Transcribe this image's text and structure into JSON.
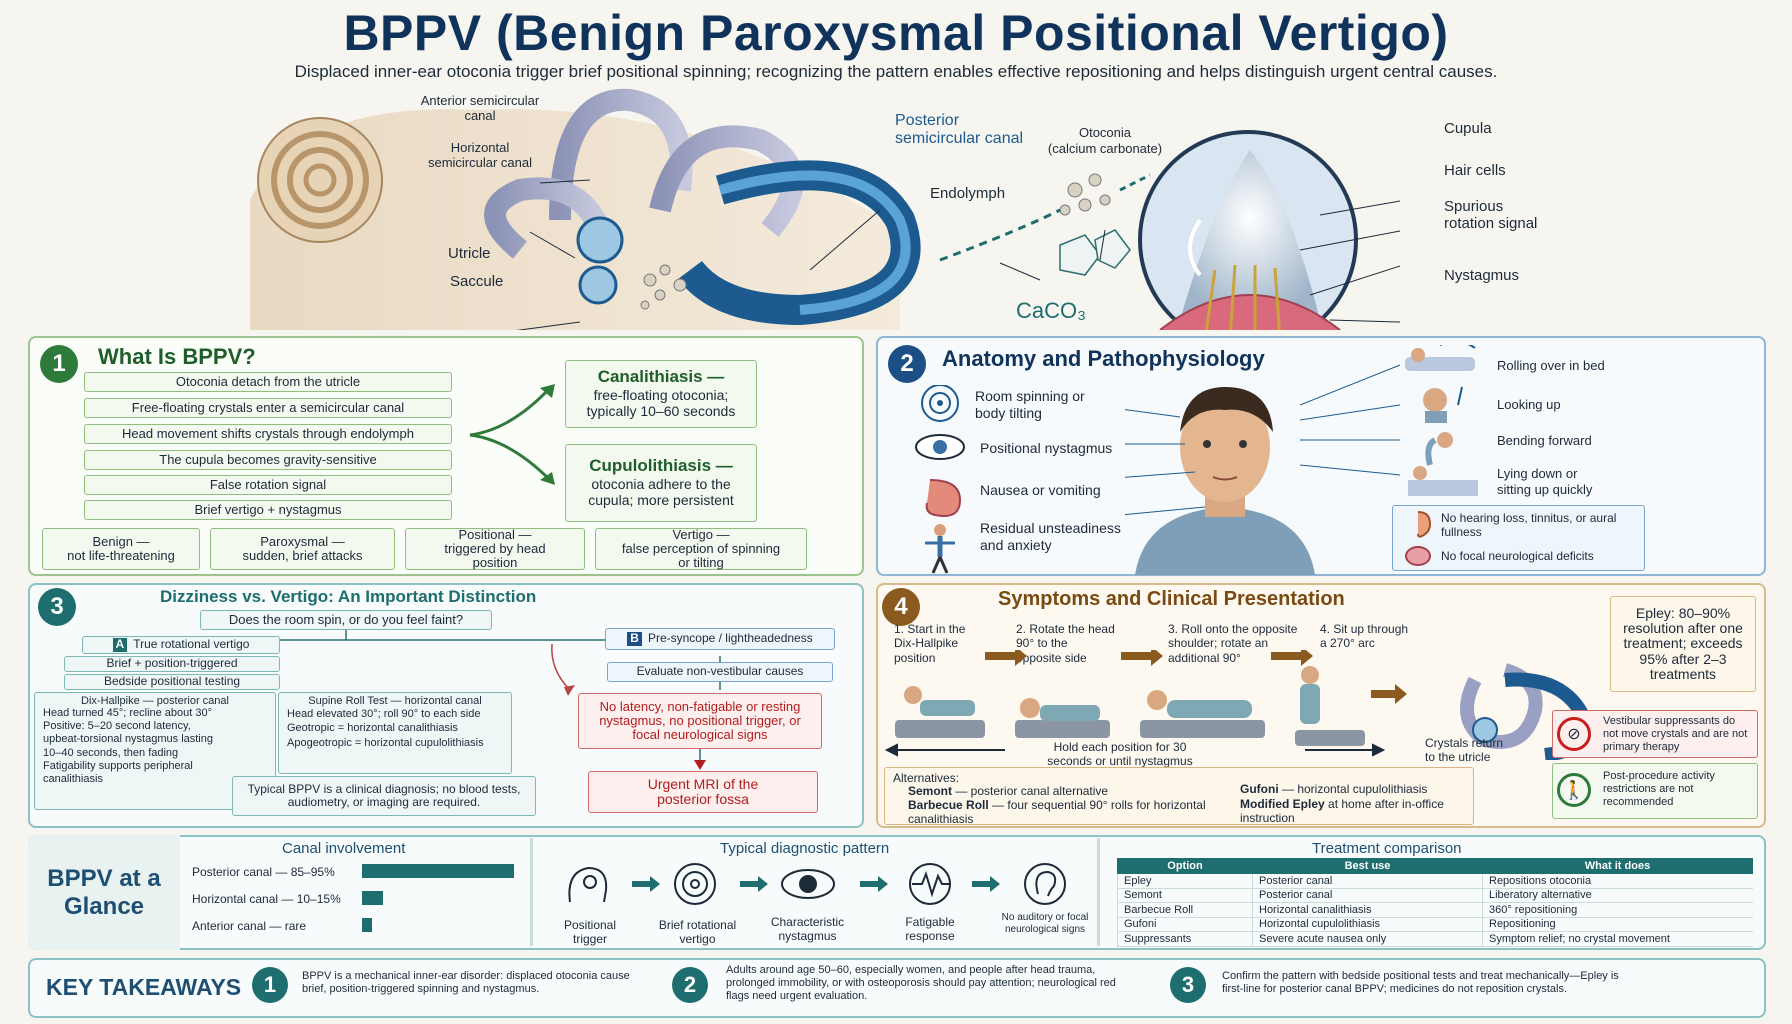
{
  "header": {
    "title": "BPPV (Benign Paroxysmal Positional Vertigo)",
    "subtitle": "Displaced inner-ear otoconia trigger brief positional spinning; recognizing the pattern enables effective repositioning and helps distinguish urgent central causes."
  },
  "hero": {
    "anterior": "Anterior semicircular canal",
    "horizontal": "Horizontal semicircular canal",
    "utricle": "Utricle",
    "saccule": "Saccule",
    "posterior": "Posterior semicircular canal",
    "endolymph": "Endolymph",
    "otoconia": "Otoconia",
    "otoconia_sub": "(calcium carbonate)",
    "caco3": "CaCO₃",
    "cupula": "Cupula",
    "hair_cells": "Hair cells",
    "spurious": "Spurious rotation signal",
    "nystagmus": "Nystagmus"
  },
  "what": {
    "num": "1",
    "title": "What Is BPPV?",
    "steps": [
      "Otoconia detach from the utricle",
      "Free-floating crystals enter a semicircular canal",
      "Head movement shifts crystals through endolymph",
      "The cupula becomes gravity-sensitive",
      "False rotation signal",
      "Brief vertigo + nystagmus"
    ],
    "canal_title": "Canalithiasis —",
    "canal_text": "free-floating otoconia; typically 10–60 seconds",
    "cupulo_title": "Cupulolithiasis —",
    "cupulo_text": "otoconia adhere to the cupula; more persistent",
    "terms": [
      {
        "a": "Benign —",
        "b": "not life-threatening"
      },
      {
        "a": "Paroxysmal —",
        "b": "sudden, brief attacks"
      },
      {
        "a": "Positional —",
        "b": "triggered by head position"
      },
      {
        "a": "Vertigo —",
        "b": "false perception of spinning or tilting"
      }
    ]
  },
  "anatomy": {
    "num": "2",
    "title": "Anatomy and Pathophysiology",
    "left": [
      "Room spinning or body tilting",
      "Positional nystagmus",
      "Nausea or vomiting",
      "Residual unsteadiness and anxiety"
    ],
    "right": [
      "Rolling over in bed",
      "Looking up",
      "Bending forward",
      "Lying down or sitting up quickly"
    ],
    "neg1": "No hearing loss, tinnitus, or aural fullness",
    "neg2": "No focal neurological deficits"
  },
  "distinction": {
    "num": "3",
    "title": "Dizziness vs. Vertigo: An Important Distinction",
    "question": "Does the room spin, or do you feel faint?",
    "a_badge": "A",
    "a_label": "True rotational vertigo",
    "a2": "Brief + position-triggered",
    "a3": "Bedside positional testing",
    "dix_title": "Dix-Hallpike — posterior canal",
    "dix_lines": [
      "Head turned 45°; recline about 30°",
      "Positive: 5–20 second latency,",
      "upbeat-torsional nystagmus lasting",
      "10–40 seconds, then fading",
      "Fatigability supports peripheral",
      "canalithiasis"
    ],
    "roll_title": "Supine Roll Test — horizontal canal",
    "roll_lines": [
      "Head elevated 30°; roll 90° to each side",
      "Geotropic = horizontal canalithiasis",
      "Apogeotropic = horizontal cupulolithiasis"
    ],
    "clinical": "Typical BPPV is a clinical diagnosis; no blood tests, audiometry, or imaging are required.",
    "b_badge": "B",
    "b_label": "Pre-syncope / lightheadedness",
    "b2": "Evaluate non-vestibular causes",
    "red": "No latency, non-fatigable or resting nystagmus, no positional trigger, or focal neurological signs",
    "mri": "Urgent MRI of the posterior fossa"
  },
  "symptoms": {
    "num": "4",
    "title": "Symptoms and Clinical Presentation",
    "steps": [
      {
        "n": "1.",
        "t": "Start in the Dix-Hallpike position"
      },
      {
        "n": "2.",
        "t": "Rotate the head 90° to the opposite side"
      },
      {
        "n": "3.",
        "t": "Roll onto the opposite shoulder; rotate an additional 90°"
      },
      {
        "n": "4.",
        "t": "Sit up through a 270° arc"
      }
    ],
    "hold": "Hold each position for 30 seconds or until nystagmus resolves",
    "crystals": "Crystals return to the utricle",
    "epley": "Epley: 80–90% resolution after one treatment; exceeds 95% after 2–3 treatments",
    "alt_title": "Alternatives:",
    "alt_semont_b": "Semont",
    "alt_semont": " — posterior canal alternative",
    "alt_bbq_b": "Barbecue Roll",
    "alt_bbq": " — four sequential 90° rolls for horizontal canalithiasis",
    "alt_gufoni_b": "Gufoni",
    "alt_gufoni": " — horizontal cupulolithiasis",
    "alt_mod_b": "Modified Epley",
    "alt_mod": " at home after in-office instruction",
    "warn1": "Vestibular suppressants do not move crystals and are not primary therapy",
    "warn2": "Post-procedure activity restrictions are not recommended"
  },
  "glance": {
    "label": "BPPV at a Glance",
    "canal_title": "Canal involvement",
    "canals": [
      {
        "label": "Posterior canal — 85–95%",
        "value": 90
      },
      {
        "label": "Horizontal canal — 10–15%",
        "value": 12.5
      },
      {
        "label": "Anterior canal — rare",
        "value": 3
      }
    ],
    "diag_title": "Typical diagnostic pattern",
    "diag": [
      "Positional trigger",
      "Brief rotational vertigo",
      "Characteristic nystagmus",
      "Fatigable response",
      "No auditory or focal neurological signs"
    ],
    "tx_title": "Treatment comparison",
    "tx_head": [
      "Option",
      "Best use",
      "What it does"
    ],
    "tx_rows": [
      [
        "Epley",
        "Posterior canal",
        "Repositions otoconia"
      ],
      [
        "Semont",
        "Posterior canal",
        "Liberatory alternative"
      ],
      [
        "Barbecue Roll",
        "Horizontal canalithiasis",
        "360° repositioning"
      ],
      [
        "Gufoni",
        "Horizontal cupulolithiasis",
        "Repositioning"
      ],
      [
        "Suppressants",
        "Severe acute nausea only",
        "Symptom relief; no crystal movement"
      ]
    ]
  },
  "takeaways": {
    "label": "KEY TAKEAWAYS",
    "items": [
      {
        "n": "1",
        "t": "BPPV is a mechanical inner-ear disorder: displaced otoconia cause brief, position-triggered spinning and nystagmus."
      },
      {
        "n": "2",
        "t": "Adults around age 50–60, especially women, and people after head trauma, prolonged immobility, or with osteoporosis should pay attention; neurological red flags need urgent evaluation."
      },
      {
        "n": "3",
        "t": "Confirm the pattern with bedside positional tests and treat mechanically—Epley is first-line for posterior canal BPPV; medicines do not reposition crystals."
      }
    ]
  },
  "colors": {
    "navy": "#10335c",
    "green": "#2e7a3a",
    "teal": "#1e6d6f",
    "red": "#b01e1e"
  }
}
